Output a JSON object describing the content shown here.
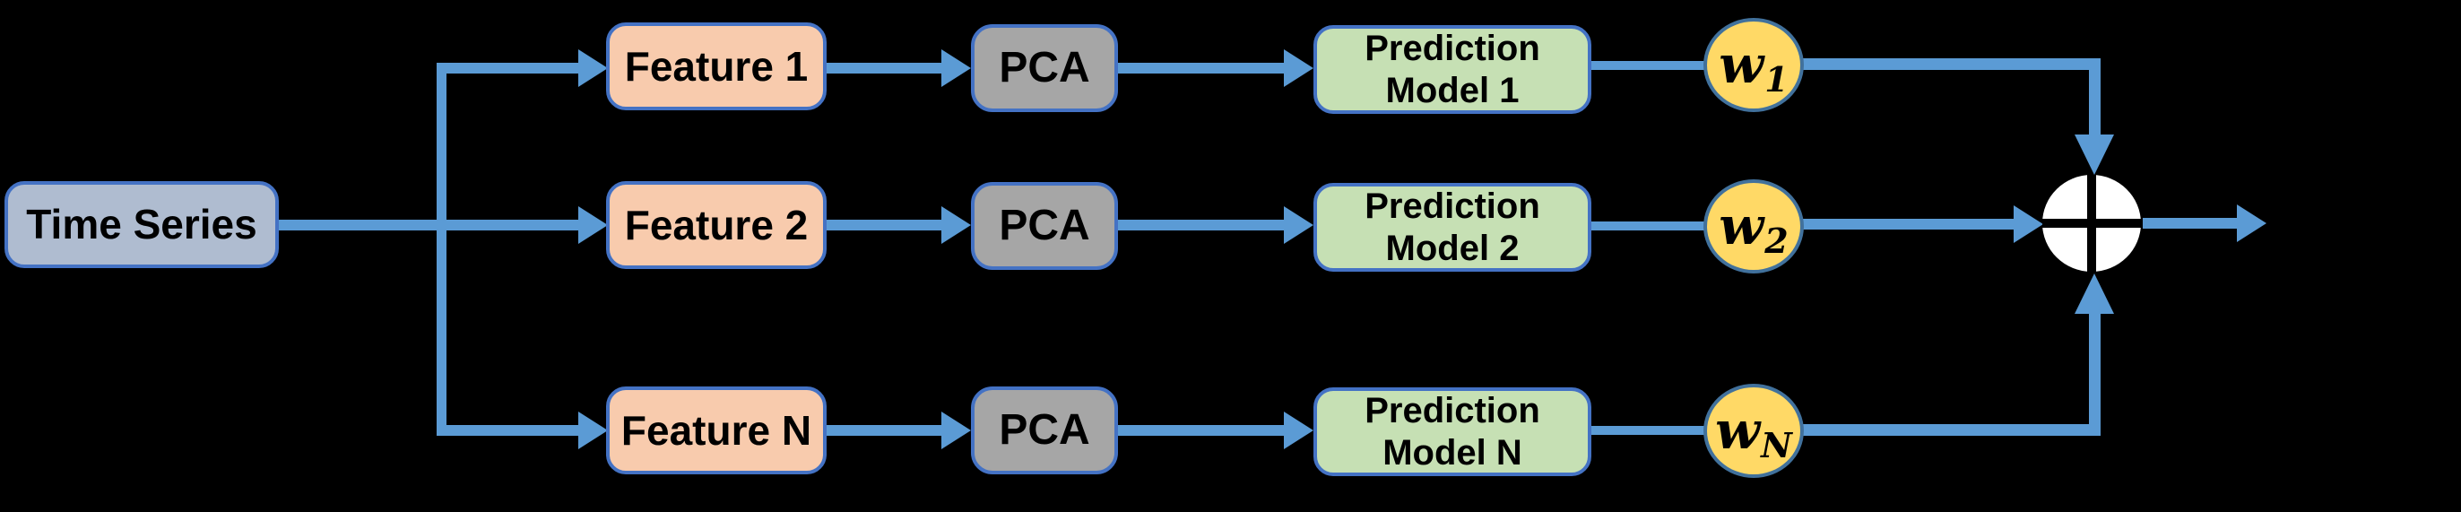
{
  "colors": {
    "background": "#000000",
    "arrow_blue": "#5B9BD5",
    "box_border": "#4472C4",
    "time_series_fill": "#AFBCD0",
    "feature_fill": "#F8CBAD",
    "pca_fill": "#A6A6A6",
    "model_fill": "#C6E0B4",
    "weight_fill": "#FFD966",
    "weight_border": "#41719C",
    "sum_fill": "#FFFFFF",
    "sum_cross": "#000000",
    "text": "#000000"
  },
  "nodes": {
    "time_series": {
      "label": "Time Series"
    },
    "rows": [
      {
        "feature": "Feature 1",
        "pca": "PCA",
        "model_line1": "Prediction",
        "model_line2": "Model 1",
        "weight_base": "w",
        "weight_sub": "1"
      },
      {
        "feature": "Feature 2",
        "pca": "PCA",
        "model_line1": "Prediction",
        "model_line2": "Model 2",
        "weight_base": "w",
        "weight_sub": "2"
      },
      {
        "feature": "Feature N",
        "pca": "PCA",
        "model_line1": "Prediction",
        "model_line2": "Model N",
        "weight_base": "w",
        "weight_sub": "N"
      }
    ],
    "sum": {
      "symbol_name": "circled-plus"
    }
  }
}
